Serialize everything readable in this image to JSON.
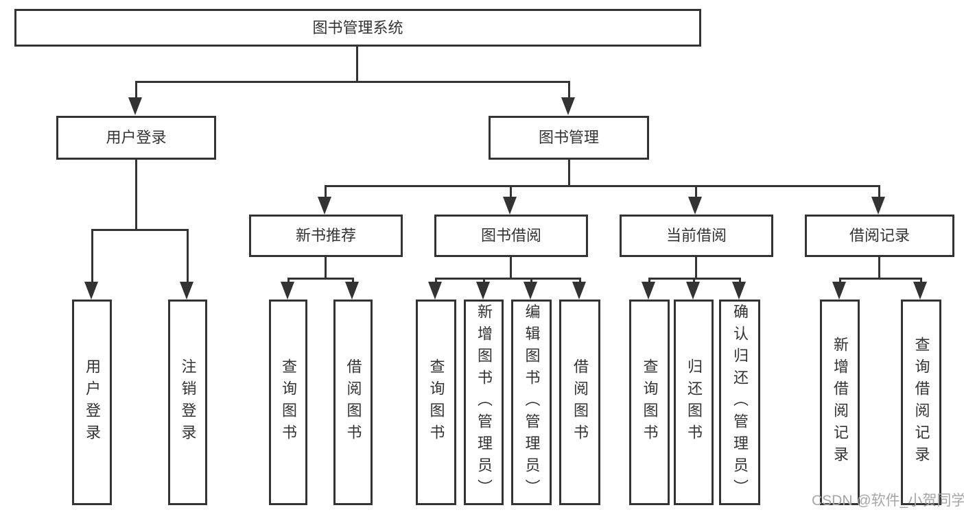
{
  "tree": {
    "root": {
      "label": "图书管理系统",
      "children": [
        {
          "label": "用户登录",
          "children": [
            {
              "label": "用户登录"
            },
            {
              "label": "注销登录"
            }
          ]
        },
        {
          "label": "图书管理",
          "children": [
            {
              "label": "新书推荐",
              "children": [
                {
                  "label": "查询图书"
                },
                {
                  "label": "借阅图书"
                }
              ]
            },
            {
              "label": "图书借阅",
              "children": [
                {
                  "label": "查询图书"
                },
                {
                  "label": "新增图书（管理员）"
                },
                {
                  "label": "编辑图书（管理员）"
                },
                {
                  "label": "借阅图书"
                }
              ]
            },
            {
              "label": "当前借阅",
              "children": [
                {
                  "label": "查询图书"
                },
                {
                  "label": "归还图书"
                },
                {
                  "label": "确认归还（管理员）"
                }
              ]
            },
            {
              "label": "借阅记录",
              "children": [
                {
                  "label": "新增借阅记录"
                },
                {
                  "label": "查询借阅记录"
                }
              ]
            }
          ]
        }
      ]
    }
  },
  "watermark": "CSDN @软件_小贺同学",
  "colors": {
    "line": "#333333",
    "text": "#333333",
    "watermark": "#a6a6a6",
    "background": "#ffffff"
  }
}
